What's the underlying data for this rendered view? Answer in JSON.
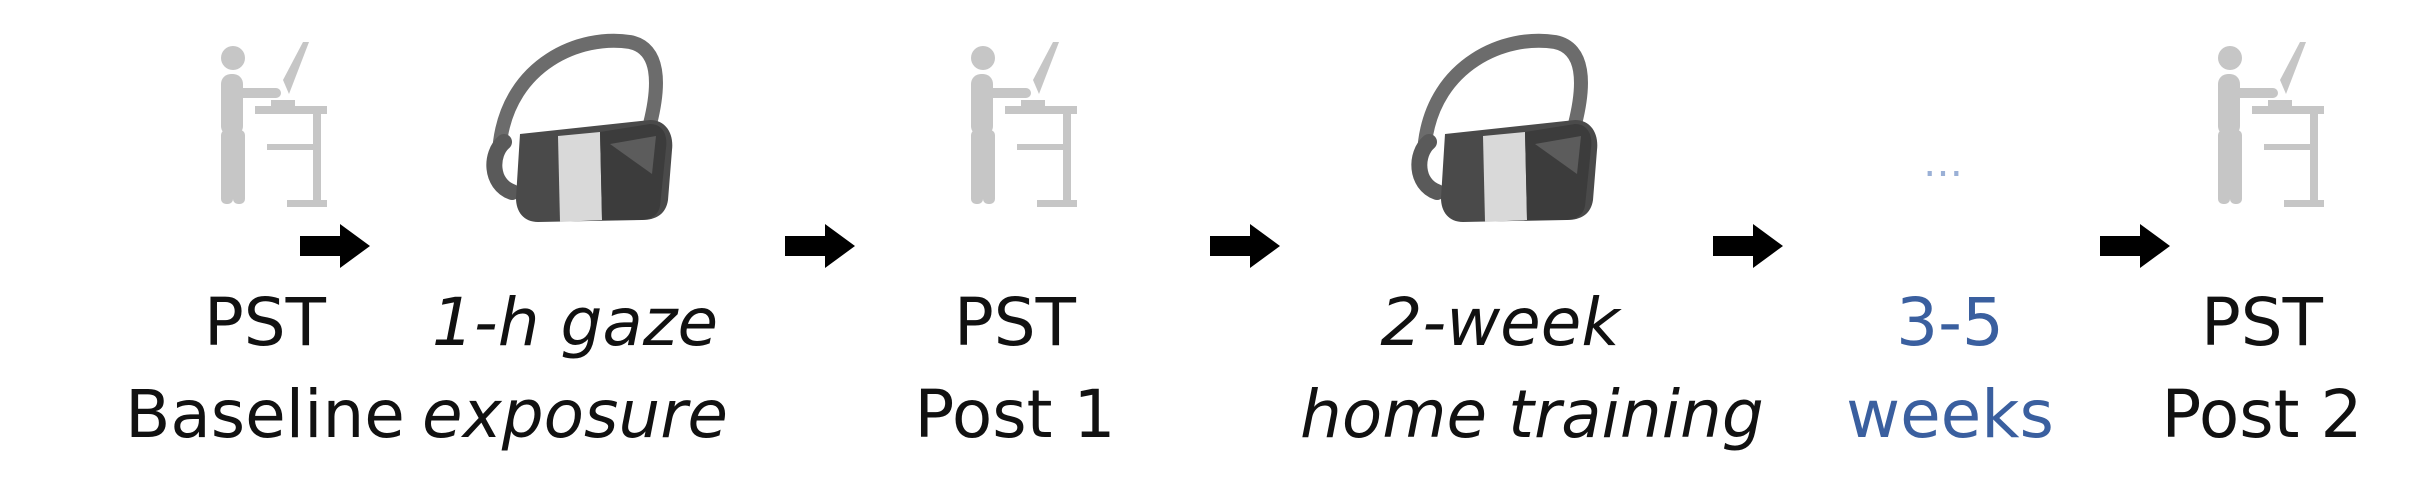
{
  "stages": [
    {
      "line1": "PST",
      "line2": "Baseline",
      "icon": "standing-desk-icon"
    },
    {
      "line1": "1-h gaze",
      "line2": "exposure",
      "icon": "vr-headset-icon"
    },
    {
      "line1": "PST",
      "line2": "Post 1",
      "icon": "standing-desk-icon"
    },
    {
      "line1": "2-week",
      "line2": "home training",
      "icon": "vr-headset-icon"
    },
    {
      "line1": "3-5",
      "line2": "weeks",
      "icon": "ellipsis-icon"
    },
    {
      "line1": "PST",
      "line2": "Post 2",
      "icon": "standing-desk-icon"
    }
  ],
  "ellipsis": "…",
  "colors": {
    "text": "#111111",
    "interval": "#3a5f9f",
    "desk_icon": "#c8c8c8",
    "headset": "#4a4a4a"
  }
}
